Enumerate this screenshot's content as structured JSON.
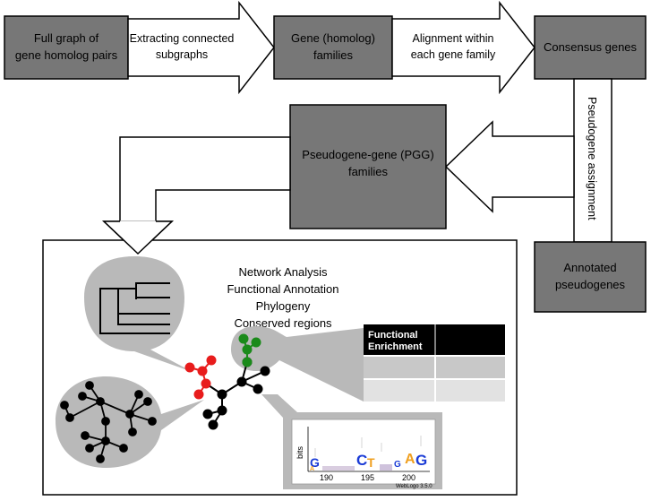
{
  "boxes": {
    "full_graph": [
      "Full graph of",
      "gene homolog pairs"
    ],
    "gene_families": [
      "Gene (homolog)",
      "families"
    ],
    "consensus": [
      "Consensus genes"
    ],
    "pgg": [
      "Pseudogene-gene (PGG)",
      "families"
    ],
    "annotated": [
      "Annotated",
      "pseudogenes"
    ]
  },
  "arrows": {
    "extract": [
      "Extracting connected",
      "subgraphs"
    ],
    "align": [
      "Alignment within",
      "each gene family"
    ],
    "assign": "Pseudogene assignment"
  },
  "analysis": {
    "items": [
      "Network Analysis",
      "Functional Annotation",
      "Phylogeny",
      "Conserved regions"
    ]
  },
  "enrichment_table": {
    "header": [
      "Functional",
      "Enrichment"
    ]
  },
  "weblogo": {
    "ylabel": "bits",
    "ticks": [
      "190",
      "195",
      "200"
    ],
    "credit": "WebLogo 3.5.0"
  },
  "colors": {
    "box_fill": "#777777",
    "bubble_fill": "#b9b9b9",
    "red_nodes": "#e81c1c",
    "green_nodes": "#1a8a1a",
    "table_header": "#000000",
    "table_row1": "#c8c8c8",
    "table_row2": "#e2e2e2"
  }
}
